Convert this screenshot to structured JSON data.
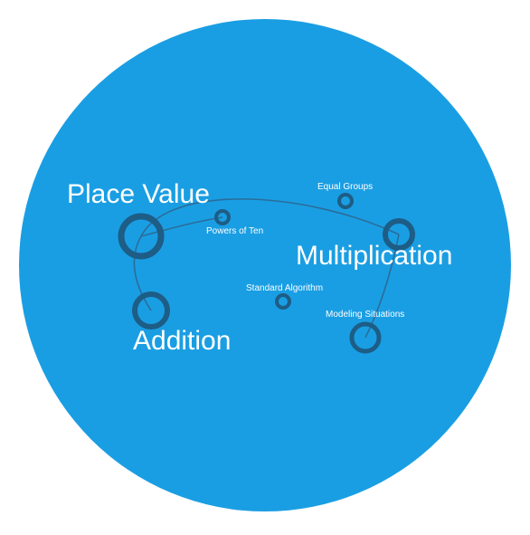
{
  "colors": {
    "background": "#ffffff",
    "circle_fill": "#1a9ee3",
    "node_stroke": "#1d5d86",
    "edge_stroke": "#2a6d99",
    "label": "#ffffff"
  },
  "concept_map": {
    "nodes": [
      {
        "id": "place-value",
        "label": "Place Value",
        "size": "large"
      },
      {
        "id": "powers-of-ten",
        "label": "Powers of Ten",
        "size": "small"
      },
      {
        "id": "equal-groups",
        "label": "Equal Groups",
        "size": "small"
      },
      {
        "id": "multiplication",
        "label": "Multiplication",
        "size": "large"
      },
      {
        "id": "standard-algorithm",
        "label": "Standard Algorithm",
        "size": "small"
      },
      {
        "id": "modeling-situations",
        "label": "Modeling Situations",
        "size": "small"
      },
      {
        "id": "addition",
        "label": "Addition",
        "size": "large"
      }
    ],
    "edges": [
      {
        "from": "place-value",
        "to": "powers-of-ten"
      },
      {
        "from": "place-value",
        "to": "multiplication"
      },
      {
        "from": "place-value",
        "to": "addition"
      },
      {
        "from": "multiplication",
        "to": "modeling-situations"
      }
    ]
  }
}
